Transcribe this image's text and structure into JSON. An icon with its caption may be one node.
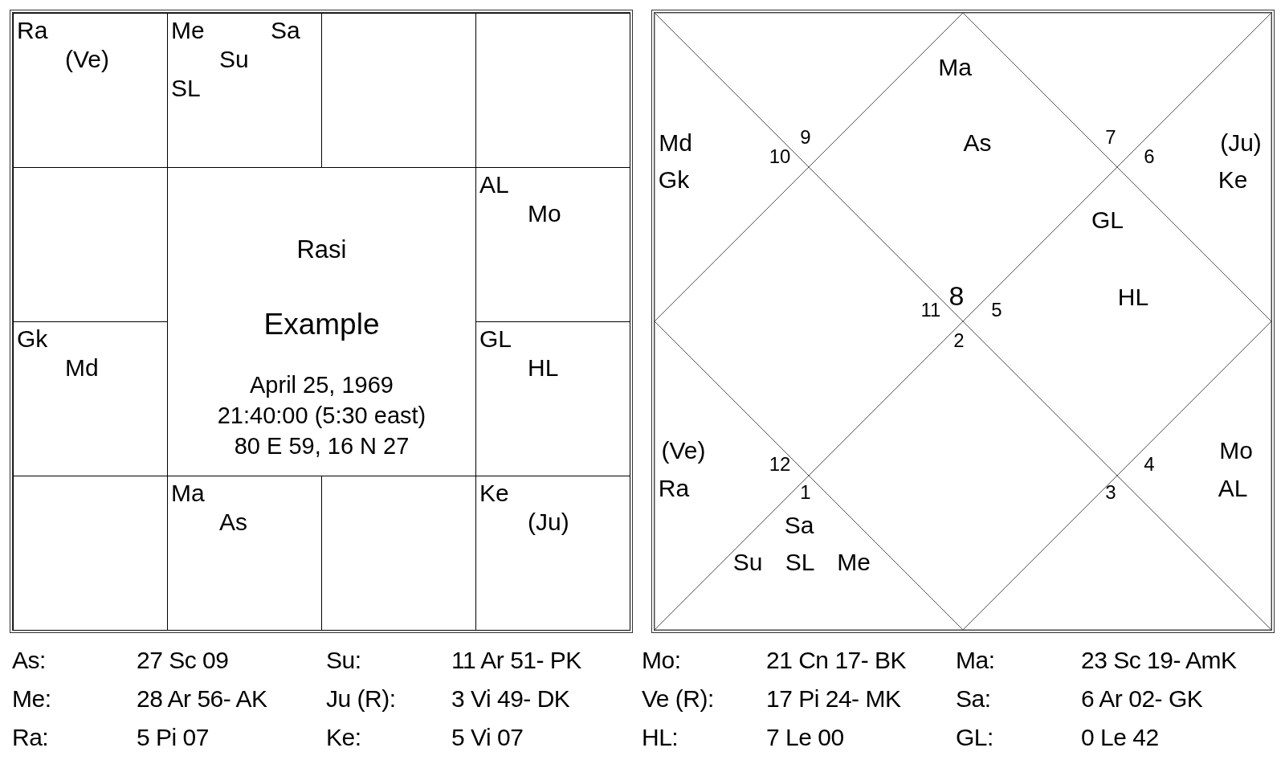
{
  "diagram": {
    "nodes": [
      {
        "text": [
          "Ra",
          "(Ve)"
        ]
      },
      {
        "text": [
          "Me",
          "Sa",
          "Su",
          "SL"
        ]
      },
      {
        "text": [],
        "shape": "box"
      },
      {
        "text": [],
        "shape": "box"
      },
      {
        "text": [],
        "shape": "box"
      },
      {
        "text": [
          "Rasi",
          "Example",
          "April 25, 1969",
          "21:40:00 (5:30 east)",
          "80 E 59, 16 N 27"
        ]
      },
      {
        "text": [
          "AL",
          "Mo"
        ]
      },
      {
        "text": [
          "Gk",
          "Md"
        ]
      },
      {
        "text": [
          "GL",
          "HL"
        ]
      },
      {
        "text": [],
        "shape": "box"
      },
      {
        "text": [
          "Ma",
          "As"
        ]
      },
      {
        "text": [],
        "shape": "box"
      },
      {
        "text": [
          "Ke",
          "(Ju)"
        ]
      },
      {
        "text": [
          "Ma",
          "As",
          "8"
        ]
      },
      {
        "text": [
          "9"
        ]
      },
      {
        "text": [
          "Md",
          "10",
          "Gk"
        ]
      },
      {
        "text": [
          "11"
        ]
      },
      {
        "text": [
          "(Ve)",
          "12",
          "Ra"
        ]
      },
      {
        "text": [
          "1",
          "Sa",
          "Su",
          "SL",
          "Me"
        ]
      },
      {
        "text": [
          "2"
        ]
      },
      {
        "text": [
          "3"
        ]
      },
      {
        "text": [
          "Mo",
          "4",
          "AL"
        ]
      },
      {
        "text": [
          "GL",
          "HL",
          "5"
        ]
      },
      {
        "text": [
          "(Ju)",
          "6",
          "Ke"
        ]
      },
      {
        "text": [
          "7"
        ]
      }
    ],
    "labels": [
      "As:",
      "27 Sc 09",
      "Su:",
      "11 Ar 51- PK",
      "Mo:",
      "21 Cn 17- BK",
      "Ma:",
      "23 Sc 19- AmK",
      "Me:",
      "28 Ar 56- AK",
      "Ju (R):",
      "3 Vi 49- DK",
      "Ve (R):",
      "17 Pi 24- MK",
      "Sa:",
      "6 Ar 02- GK",
      "Ra:",
      "5 Pi 07",
      "Ke:",
      "5 Vi 07",
      "HL:",
      "7 Le 00",
      "GL:",
      "0 Le 42"
    ]
  }
}
